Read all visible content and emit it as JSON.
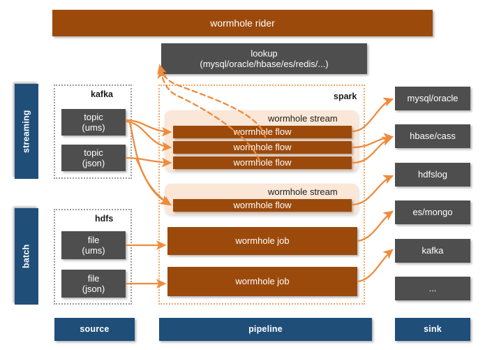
{
  "diagram": {
    "title_bar": {
      "label": "wormhole rider"
    },
    "lookup": {
      "line1": "lookup",
      "line2": "(mysql/oracle/hbase/es/redis/...)"
    },
    "modes": [
      {
        "label": "streaming"
      },
      {
        "label": "batch"
      }
    ],
    "source": {
      "groups": [
        {
          "label": "kafka",
          "items": [
            {
              "line1": "topic",
              "line2": "(ums)"
            },
            {
              "line1": "topic",
              "line2": "(json)"
            }
          ]
        },
        {
          "label": "hdfs",
          "items": [
            {
              "line1": "file",
              "line2": "(ums)"
            },
            {
              "line1": "file",
              "line2": "(json)"
            }
          ]
        }
      ]
    },
    "pipeline": {
      "label": "spark",
      "streams": [
        {
          "label": "wormhole stream",
          "flows": [
            {
              "label": "wormhole flow"
            },
            {
              "label": "wormhole flow"
            },
            {
              "label": "wormhole flow"
            }
          ]
        },
        {
          "label": "wormhole stream",
          "flows": [
            {
              "label": "wormhole flow"
            }
          ]
        }
      ],
      "jobs": [
        {
          "label": "wormhole job"
        },
        {
          "label": "wormhole job"
        }
      ]
    },
    "sink": {
      "items": [
        {
          "label": "mysql/oracle"
        },
        {
          "label": "hbase/cass"
        },
        {
          "label": "hdfslog"
        },
        {
          "label": "es/mongo"
        },
        {
          "label": "kafka"
        },
        {
          "label": "..."
        }
      ]
    },
    "bottom_bars": [
      {
        "label": "source"
      },
      {
        "label": "pipeline"
      },
      {
        "label": "sink"
      }
    ],
    "colors": {
      "brown": "#9c4a0b",
      "blue": "#1f4e79",
      "gray": "#4e4e4e",
      "orange": "#ef8b3c",
      "panel": "#fbe7d7",
      "dotted_gray": "#9a9a9a",
      "dotted_orange": "#f0a565"
    }
  }
}
